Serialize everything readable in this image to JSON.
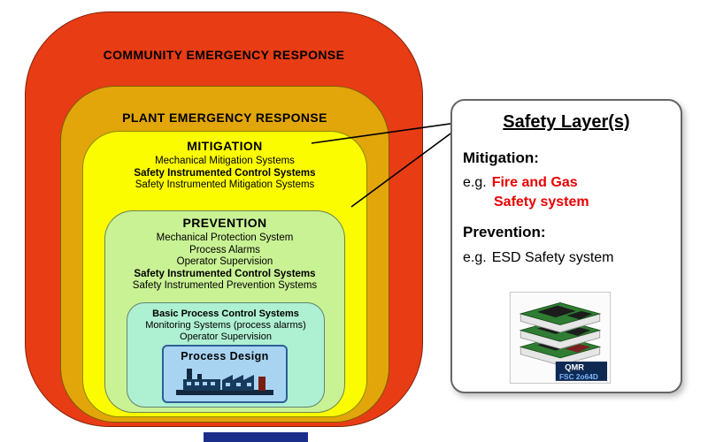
{
  "layers": {
    "community": {
      "label": "COMMUNITY EMERGENCY RESPONSE"
    },
    "plant": {
      "label": "PLANT EMERGENCY RESPONSE"
    },
    "mitigation": {
      "label": "MITIGATION",
      "items": [
        "Mechanical Mitigation Systems",
        "Safety Instrumented Control Systems",
        "Safety Instrumented Mitigation Systems"
      ]
    },
    "prevention": {
      "label": "PREVENTION",
      "items": [
        "Mechanical Protection System",
        "Process Alarms",
        "Operator Supervision",
        "Safety Instrumented Control Systems",
        "Safety Instrumented Prevention Systems"
      ]
    },
    "bpcs": {
      "items": [
        "Basic Process Control Systems",
        "Monitoring Systems (process alarms)",
        "Operator Supervision"
      ]
    },
    "process_design": {
      "label": "Process Design"
    }
  },
  "panel": {
    "title": "Safety Layer(s)",
    "mitigation": {
      "heading": "Mitigation:",
      "eg_prefix": "e.g.",
      "eg_line1": "Fire and Gas",
      "eg_line2": "Safety system"
    },
    "prevention": {
      "heading": "Prevention:",
      "eg_prefix": "e.g.",
      "eg_text": "ESD Safety system"
    },
    "device": {
      "label1": "QMR",
      "label2": "FSC 2o64D"
    }
  },
  "colors": {
    "community_layer": "#e83c14",
    "plant_layer": "#e2a60a",
    "mitigation_layer": "#fcfc00",
    "prevention_layer": "#c9f294",
    "bpcs_layer": "#aef0d2",
    "process_design_box": "#a8d4f2",
    "highlight_red_text": "#e80000"
  }
}
